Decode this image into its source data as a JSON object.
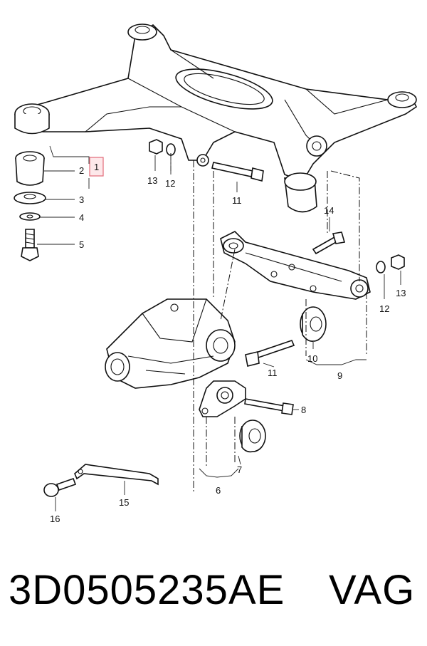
{
  "callouts": {
    "c1": "1",
    "c2": "2",
    "c3": "3",
    "c4": "4",
    "c5": "5",
    "c6": "6",
    "c7": "7",
    "c8": "8",
    "c9": "9",
    "c10": "10",
    "c11a": "11",
    "c11b": "11",
    "c12a": "12",
    "c12b": "12",
    "c13a": "13",
    "c13b": "13",
    "c14": "14",
    "c15": "15",
    "c16": "16"
  },
  "highlighted_part": "1",
  "highlight_color": "#e26a78",
  "footer": {
    "part_number": "3D0505235AE",
    "brand": "VAG"
  }
}
